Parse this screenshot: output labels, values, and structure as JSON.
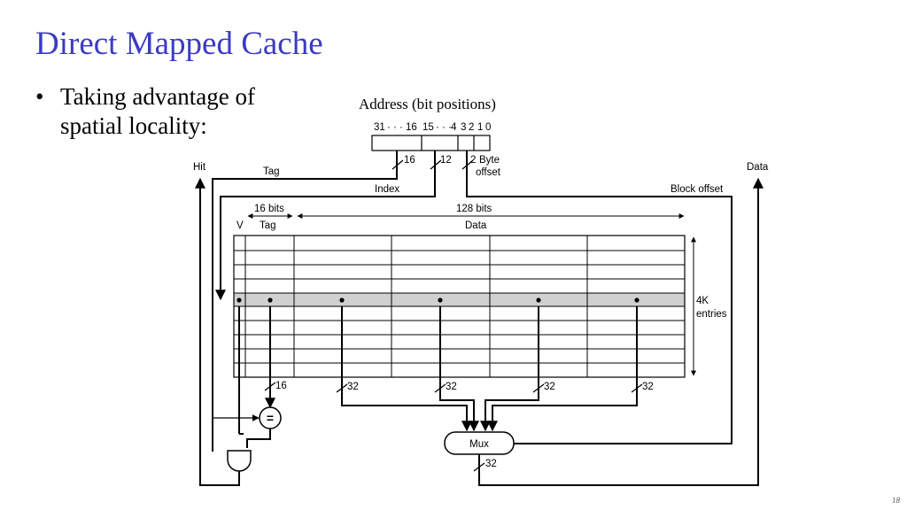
{
  "slide": {
    "title": "Direct Mapped Cache",
    "bullet_symbol": "•",
    "bullet_line1": "Taking advantage of",
    "bullet_line2": "spatial locality:",
    "page_number": "18"
  },
  "diagram": {
    "address_caption": "Address (bit positions)",
    "bit_positions": [
      "31",
      "· · ·",
      "16",
      "15",
      "· · ·",
      "4",
      "3",
      "2",
      "1",
      "0"
    ],
    "widths": {
      "tag": "16",
      "index": "12",
      "byte_offset": "2"
    },
    "labels": {
      "byte": "Byte",
      "offset": "offset",
      "hit": "Hit",
      "data_out": "Data",
      "tag": "Tag",
      "index": "Index",
      "block_offset": "Block offset",
      "tag_bits": "16 bits",
      "data_bits": "128 bits",
      "v": "V",
      "col_tag": "Tag",
      "col_data": "Data",
      "entries_1": "4K",
      "entries_2": "entries",
      "bus_16": "16",
      "bus_32": "32",
      "compare": "=",
      "mux": "Mux",
      "mux_out": "32"
    },
    "colors": {
      "title": "#3b3bc4",
      "selected_row": "#d0d0d0"
    }
  }
}
